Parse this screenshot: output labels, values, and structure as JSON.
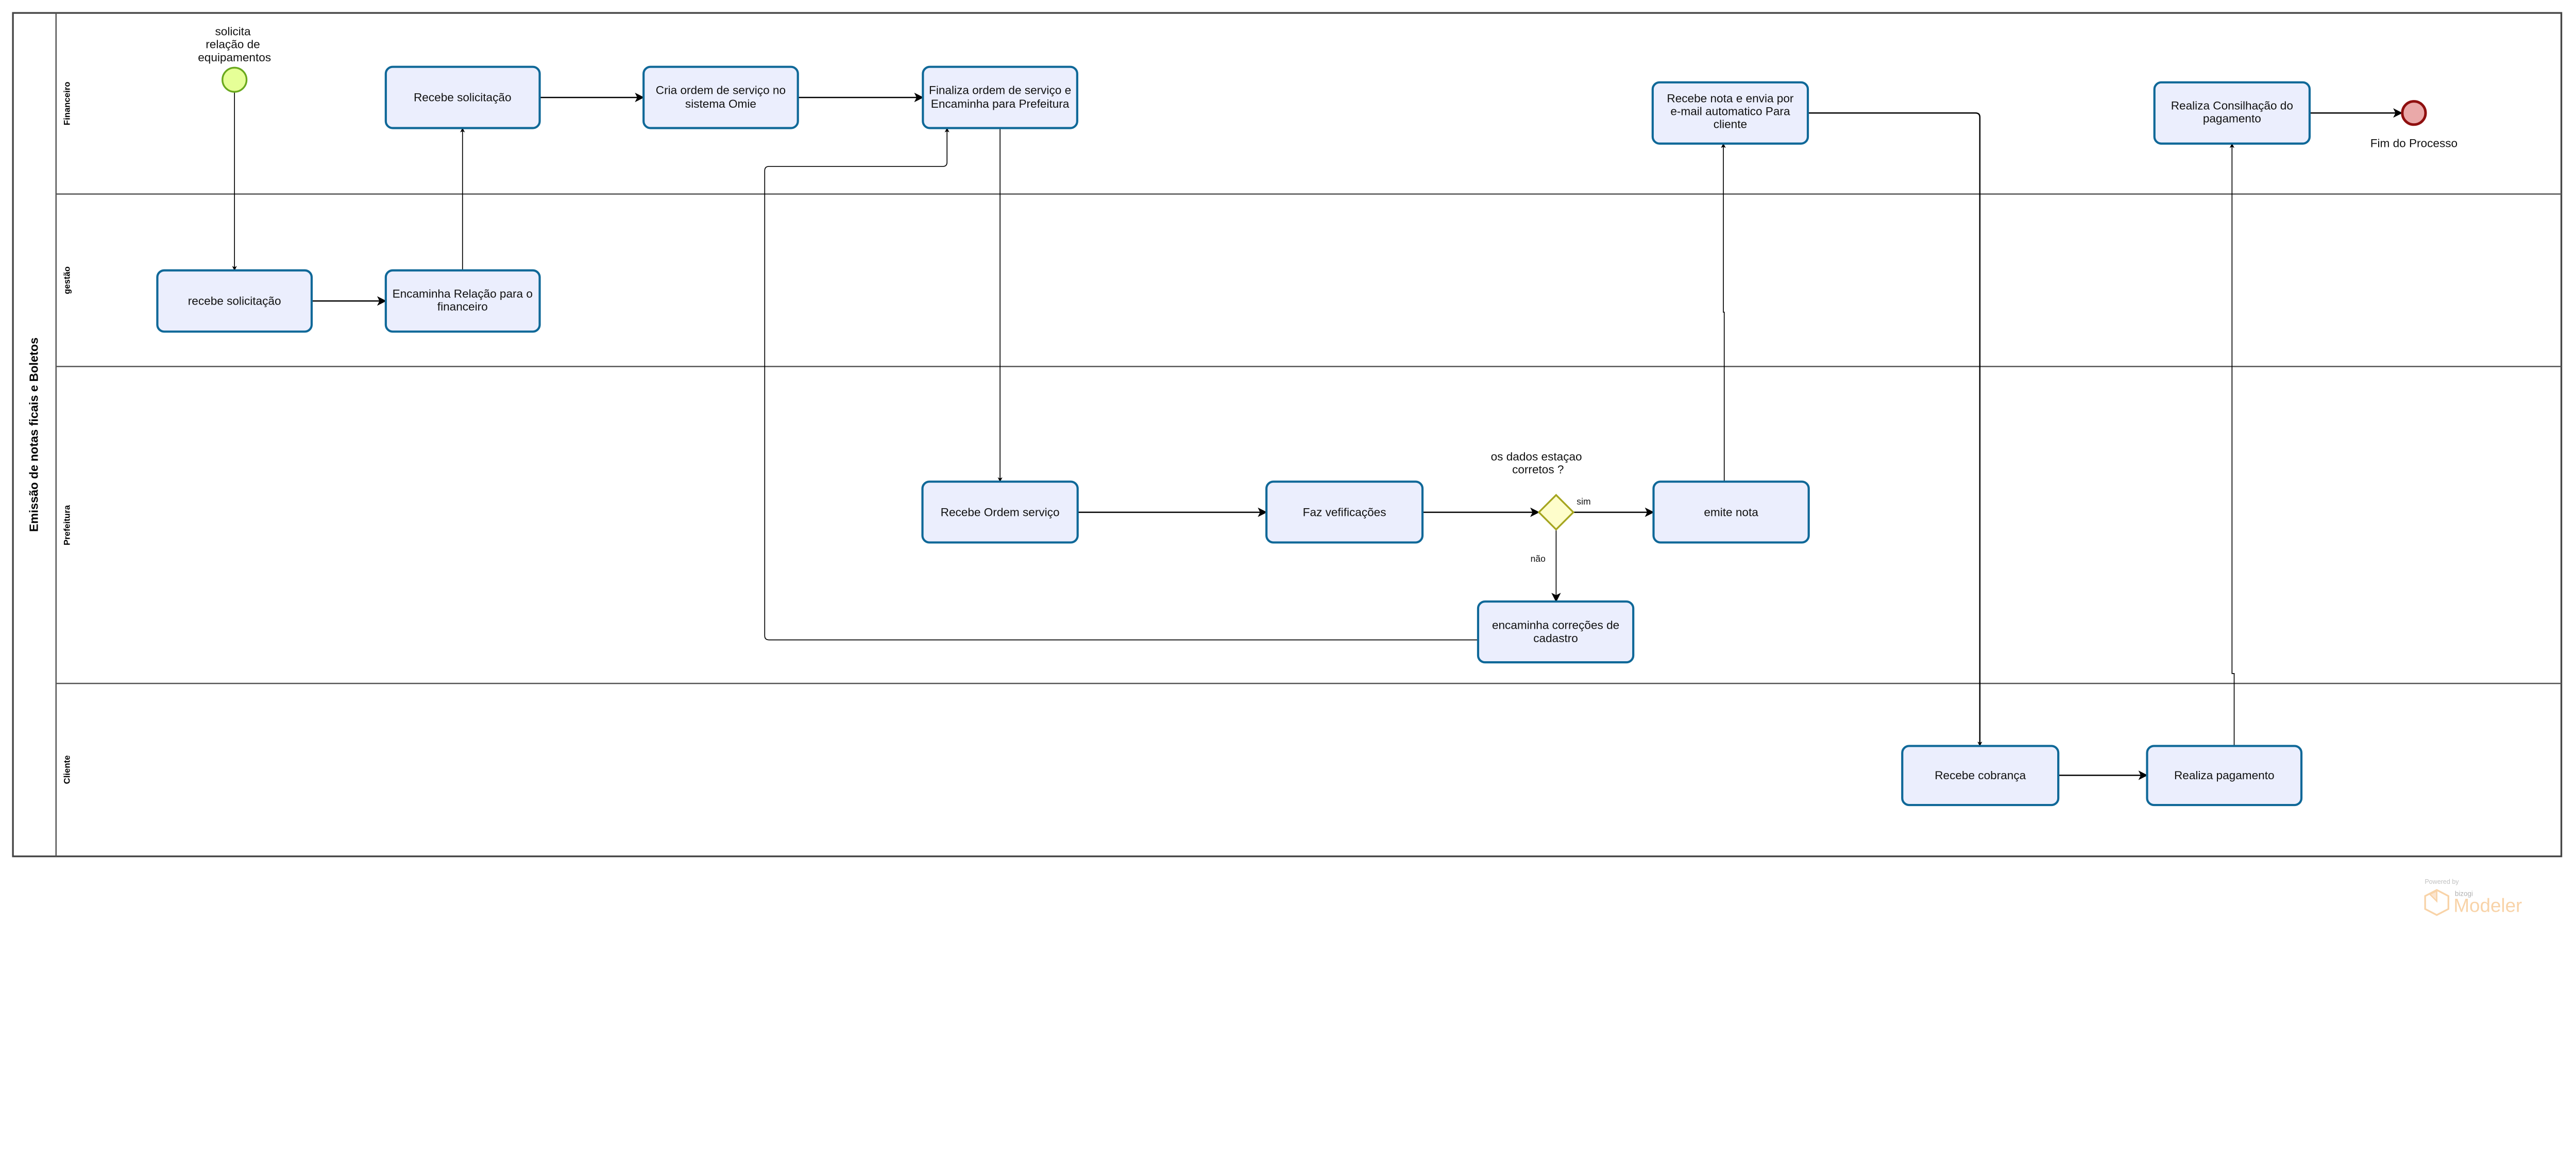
{
  "pool": {
    "title": "Emissão de notas ficais e Boletos"
  },
  "lanes": [
    {
      "label": "Financeiro"
    },
    {
      "label": "gestão"
    },
    {
      "label": "Prefeitura"
    },
    {
      "label": "Cliente"
    }
  ],
  "start_event": {
    "lines": [
      "solicita",
      "relação de",
      "equipamentos"
    ],
    "color": "#e6ff97"
  },
  "end_event": {
    "label": "Fim do Processo",
    "color": "#eaa9a9"
  },
  "tasks": {
    "recebe_solicitacao_fin": {
      "lines": [
        "Recebe solicitação"
      ]
    },
    "cria_ordem": {
      "lines": [
        "Cria ordem de serviço no",
        "sistema Omie"
      ]
    },
    "finaliza_ordem": {
      "lines": [
        "Finaliza ordem de serviço e",
        "Encaminha para Prefeitura"
      ]
    },
    "recebe_nota": {
      "lines": [
        "Recebe nota e envia por",
        "e-mail automatico Para",
        "cliente"
      ]
    },
    "realiza_consilhacao": {
      "lines": [
        "Realiza Consilhação do",
        "pagamento"
      ]
    },
    "recebe_solicitacao_gestao": {
      "lines": [
        "recebe solicitação"
      ]
    },
    "encaminha_relacao": {
      "lines": [
        "Encaminha Relação para o",
        "financeiro"
      ]
    },
    "recebe_ordem": {
      "lines": [
        "Recebe Ordem serviço"
      ]
    },
    "faz_verificacoes": {
      "lines": [
        "Faz vefificações"
      ]
    },
    "emite_nota": {
      "lines": [
        "emite nota"
      ]
    },
    "encaminha_correcoes": {
      "lines": [
        "encaminha correções de",
        "cadastro"
      ]
    },
    "recebe_cobranca": {
      "lines": [
        "Recebe cobrança"
      ]
    },
    "realiza_pagamento": {
      "lines": [
        "Realiza pagamento"
      ]
    }
  },
  "gateway": {
    "lines": [
      "os dados estaçao",
      "corretos ?"
    ],
    "yes_label": "sim",
    "no_label": "não",
    "color": "#fefdcb"
  },
  "watermark": {
    "powered_by": "Powered by",
    "brand": "bizogi",
    "product": "Modeler",
    "color": "#f8cf9f"
  },
  "colors": {
    "task_fill": "#ebeefd",
    "task_stroke": "#0f6898"
  }
}
